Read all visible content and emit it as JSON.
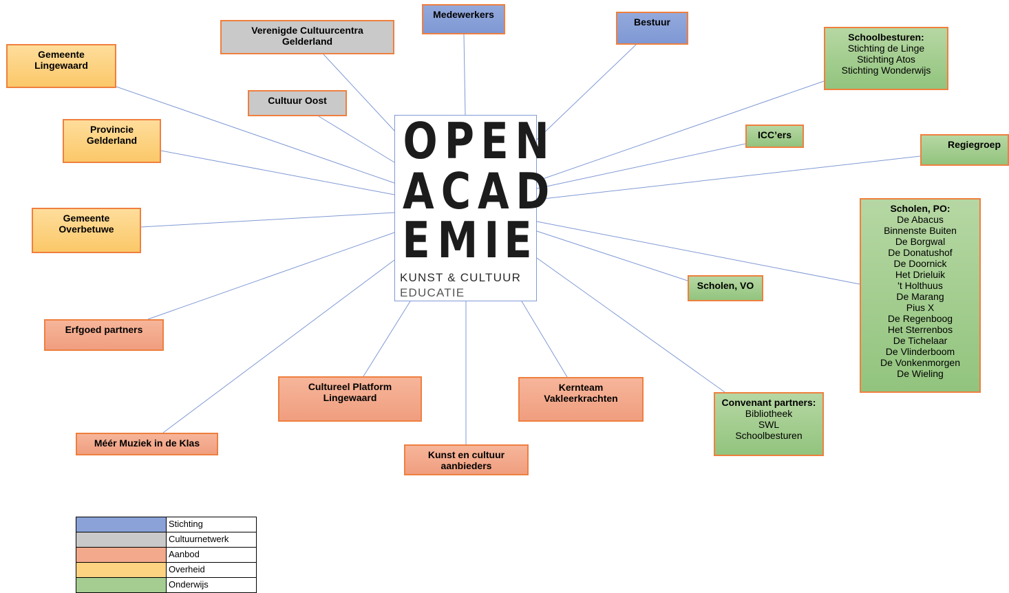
{
  "center": {
    "line1": [
      "O",
      "P",
      "E",
      "N"
    ],
    "line2": [
      "A",
      "C",
      "A",
      "D"
    ],
    "line3": [
      "E",
      "M",
      "I",
      "E"
    ],
    "subtitle": "KUNST & CULTUUR",
    "subtitle2": "EDUCATIE"
  },
  "colors": {
    "stichting": "#8aa2d8",
    "cultuurnetwerk": "#c9c9c9",
    "aanbod": "#f3a98c",
    "overheid": "#fdd382",
    "onderwijs": "#a5cd91",
    "border": "#ef7f3e",
    "connector": "#7f98d4"
  },
  "nodes": {
    "medewerkers": {
      "title": "Medewerkers"
    },
    "bestuur": {
      "title": "Bestuur"
    },
    "verenigde": {
      "title": "Verenigde Cultuurcentra Gelderland"
    },
    "cultuur_oost": {
      "title": "Cultuur Oost"
    },
    "gemeente_lingewaard": {
      "title": "Gemeente Lingewaard"
    },
    "provincie_gelderland": {
      "title": "Provincie Gelderland"
    },
    "gemeente_overbetuwe": {
      "title": "Gemeente Overbetuwe"
    },
    "erfgoed": {
      "title": "Erfgoed partners"
    },
    "meer_muziek": {
      "title": "Méér Muziek in de Klas"
    },
    "cultureel_platform": {
      "title": "Cultureel Platform Lingewaard"
    },
    "kunst_aanbieders": {
      "title": "Kunst en cultuur aanbieders"
    },
    "kernteam": {
      "title": "Kernteam Vakleerkrachten"
    },
    "schoolbesturen": {
      "title": "Schoolbesturen:",
      "items": [
        "Stichting de Linge",
        "Stichting Atos",
        "Stichting Wonderwijs"
      ]
    },
    "iccers": {
      "title": "ICC’ers"
    },
    "regiegroep": {
      "title": "Regiegroep"
    },
    "scholen_vo": {
      "title": "Scholen, VO"
    },
    "convenant": {
      "title": "Convenant partners:",
      "items": [
        "Bibliotheek",
        "SWL",
        "Schoolbesturen"
      ]
    },
    "scholen_po": {
      "title": "Scholen, PO:",
      "items": [
        "De Abacus",
        "Binnenste Buiten",
        "De Borgwal",
        "De Donatushof",
        "De Doornick",
        "Het Drieluik",
        "'t Holthuus",
        "De Marang",
        "Pius X",
        "De Regenboog",
        "Het Sterrenbos",
        "De Tichelaar",
        "De Vlinderboom",
        "De Vonkenmorgen",
        "De Wieling"
      ]
    }
  },
  "legend": [
    {
      "label": "Stichting",
      "color": "#8aa2d8"
    },
    {
      "label": "Cultuurnetwerk",
      "color": "#c9c9c9"
    },
    {
      "label": "Aanbod",
      "color": "#f3a98c"
    },
    {
      "label": "Overheid",
      "color": "#fdd382"
    },
    {
      "label": "Onderwijs",
      "color": "#a5cd91"
    }
  ]
}
